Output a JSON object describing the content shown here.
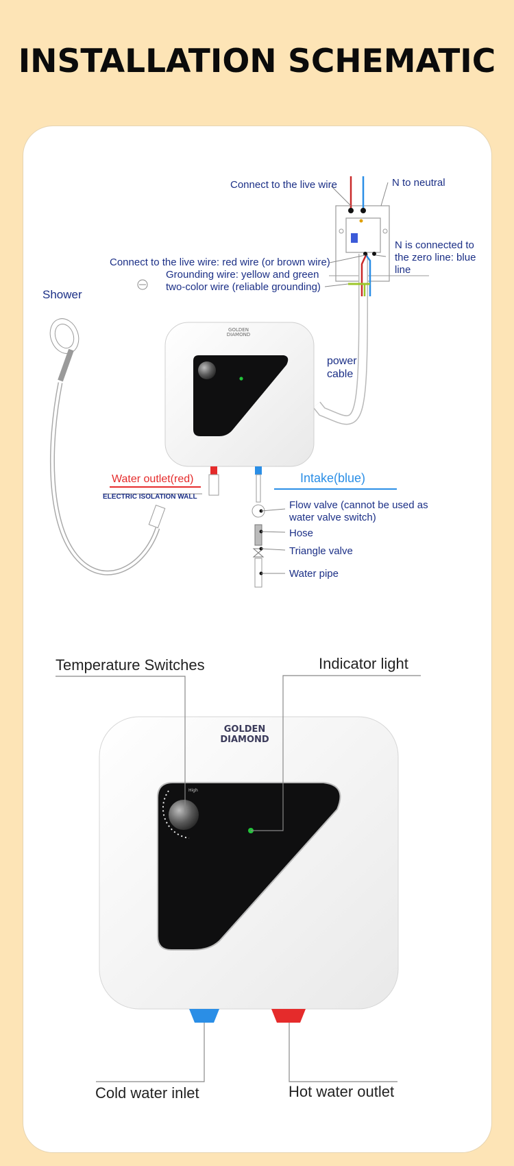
{
  "title": "INSTALLATION SCHEMATIC",
  "brand": {
    "line1": "GOLDEN",
    "line2": "DIAMOND"
  },
  "dial_high": "High",
  "schematic": {
    "live_wire_top": "Connect to the live wire",
    "neutral_top": "N to neutral",
    "n_zero_line": [
      "N is connected to",
      "the zero line: blue",
      "line"
    ],
    "live_wire_red": "Connect to the live wire: red wire (or brown wire)",
    "grounding": [
      "Grounding wire: yellow and green",
      "two-color wire (reliable grounding)"
    ],
    "shower": "Shower",
    "power_cable": [
      "power",
      "cable"
    ],
    "water_outlet": "Water outlet(red)",
    "isolation_wall": "ELECTRIC ISOLATION WALL",
    "intake": "Intake(blue)",
    "flow_valve": [
      "Flow valve (cannot be used as",
      "water valve switch)"
    ],
    "hose": "Hose",
    "triangle_valve": "Triangle valve",
    "water_pipe": "Water pipe"
  },
  "product": {
    "temperature_switches": "Temperature  Switches",
    "indicator_light": "Indicator  light",
    "cold_water_inlet": "Cold water inlet",
    "hot_water_outlet": "Hot water outlet"
  },
  "colors": {
    "background": "#fde4b6",
    "hot": "#e52b2b",
    "cold": "#2a8ee6",
    "label_blue": "#1b2f86",
    "indicator": "#22c33a"
  }
}
